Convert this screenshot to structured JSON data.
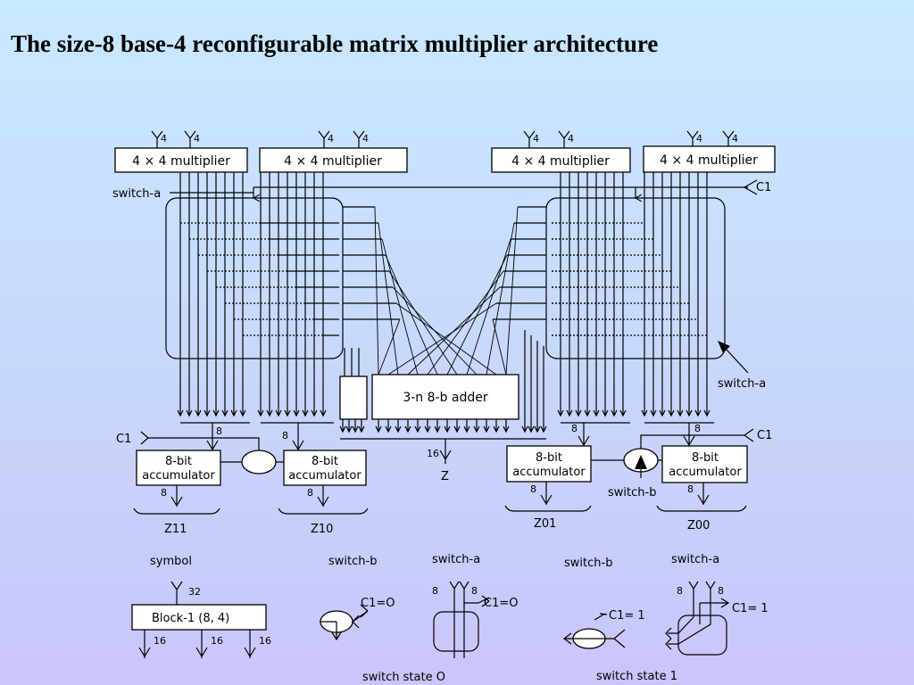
{
  "slide": {
    "title": "The size-8 base-4 reconfigurable matrix multiplier architecture"
  },
  "multipliers": [
    {
      "label": "4 × 4  multiplier",
      "in_a": "4",
      "in_b": "4"
    },
    {
      "label": "4 × 4  multiplier",
      "in_a": "4",
      "in_b": "4"
    },
    {
      "label": "4 × 4  multiplier",
      "in_a": "4",
      "in_b": "4"
    },
    {
      "label": "4 × 4  multiplier",
      "in_a": "4",
      "in_b": "4"
    }
  ],
  "signals": {
    "switch_a_top": "switch-a",
    "c1_top": "C1",
    "switch_a_right": "switch-a",
    "c1_left": "C1",
    "c1_right": "C1",
    "switch_b_mid": "switch-b"
  },
  "adder": {
    "label": "3-n 8-b adder",
    "out_width": "16",
    "out_name": "Z"
  },
  "accumulators": [
    {
      "label_1": "8-bit",
      "label_2": "accumulator",
      "in_width": "8",
      "out_width": "8",
      "output": "Z11"
    },
    {
      "label_1": "8-bit",
      "label_2": "accumulator",
      "in_width": "8",
      "out_width": "8",
      "output": "Z10"
    },
    {
      "label_1": "8-bit",
      "label_2": "accumulator",
      "in_width": "8",
      "out_width": "8",
      "output": "Z01"
    },
    {
      "label_1": "8-bit",
      "label_2": "accumulator",
      "in_width": "8",
      "out_width": "8",
      "output": "Z00"
    }
  ],
  "legend": {
    "symbol_title": "symbol",
    "block_label": "Block-1   (8, 4)",
    "block_in": "32",
    "block_outs": [
      "16",
      "16",
      "16"
    ],
    "state0": {
      "switch_b_title": "switch-b",
      "switch_a_title": "switch-a",
      "switch_b_cond": "C1=O",
      "switch_a_cond": "C1=O",
      "in_a": "8",
      "in_b": "8",
      "caption": "switch state O"
    },
    "state1": {
      "switch_b_title": "switch-b",
      "switch_a_title": "switch-a",
      "switch_b_cond": "C1= 1",
      "switch_a_cond": "C1= 1",
      "in_a": "8",
      "in_b": "8",
      "caption": "switch state 1"
    }
  }
}
